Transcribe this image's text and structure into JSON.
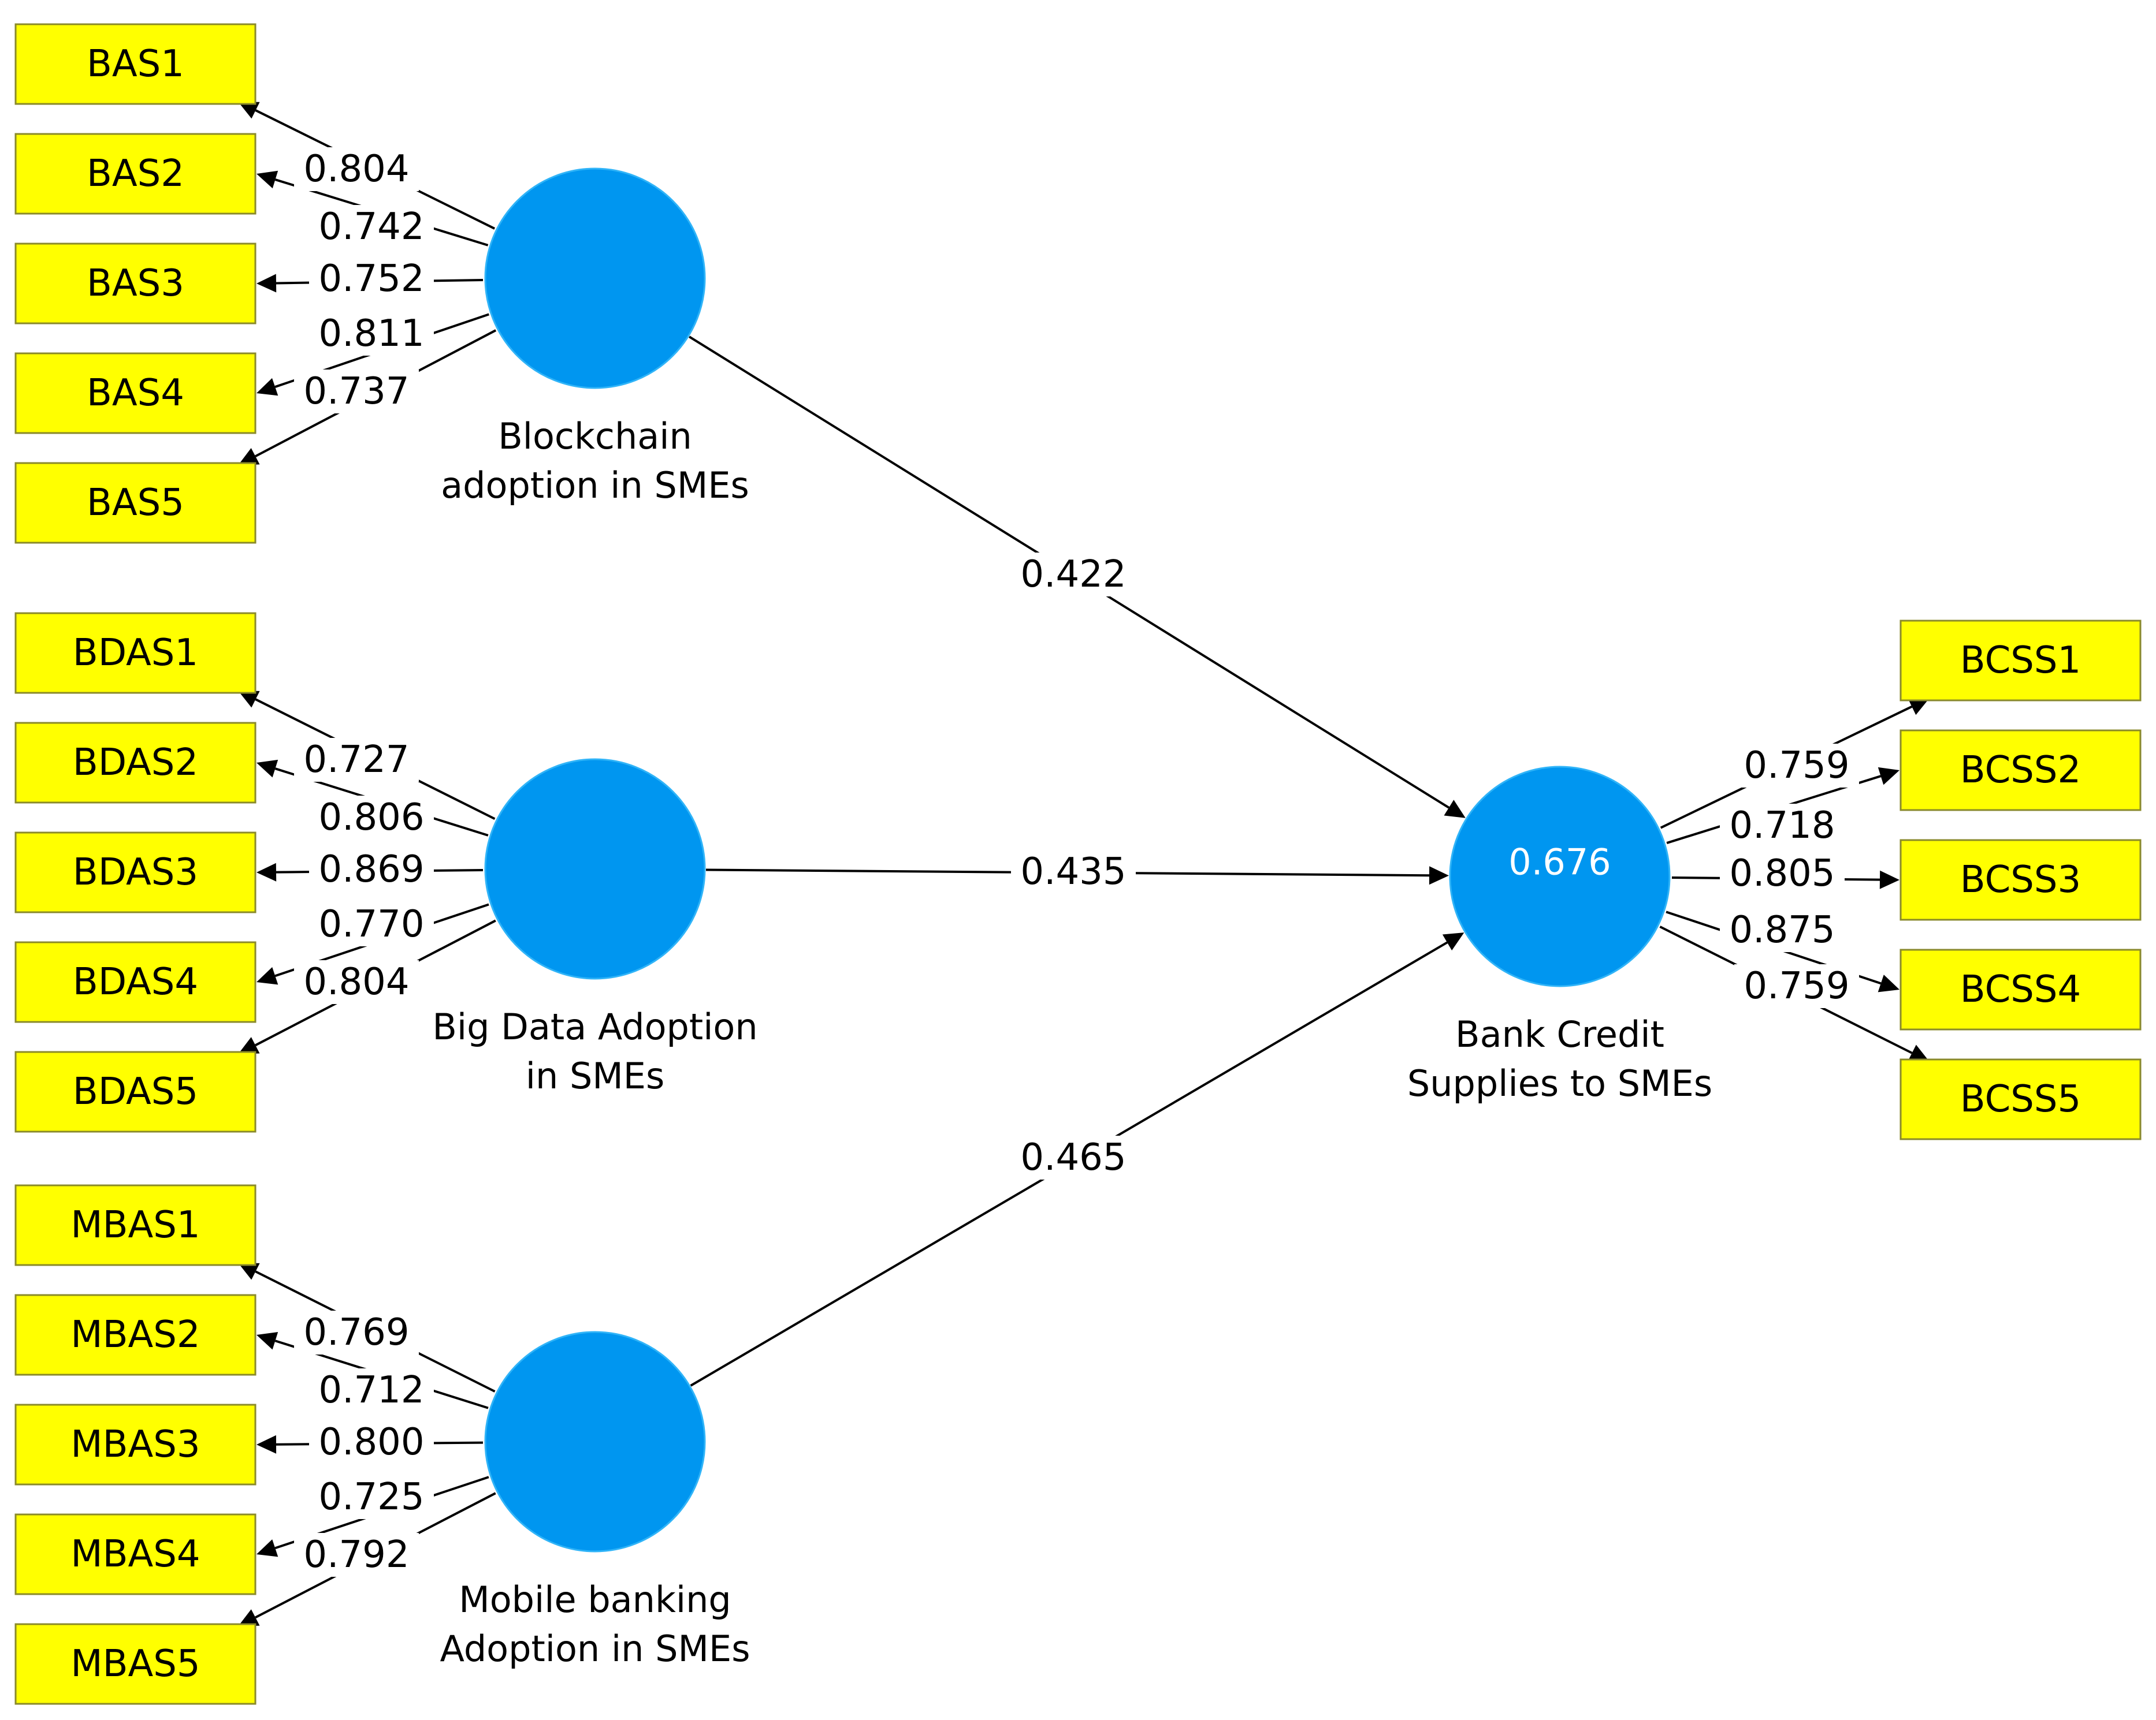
{
  "constructs": [
    {
      "id": "bas",
      "label_lines": [
        "Blockchain",
        "adoption in SMEs"
      ],
      "value": ""
    },
    {
      "id": "bdas",
      "label_lines": [
        "Big Data Adoption",
        "in SMEs"
      ],
      "value": ""
    },
    {
      "id": "mbas",
      "label_lines": [
        "Mobile banking",
        "Adoption in SMEs"
      ],
      "value": ""
    },
    {
      "id": "bcss",
      "label_lines": [
        "Bank Credit",
        "Supplies to SMEs"
      ],
      "value": "0.676"
    }
  ],
  "indicators": [
    {
      "construct": "bas",
      "name": "BAS1",
      "loading": "0.804"
    },
    {
      "construct": "bas",
      "name": "BAS2",
      "loading": "0.742"
    },
    {
      "construct": "bas",
      "name": "BAS3",
      "loading": "0.752"
    },
    {
      "construct": "bas",
      "name": "BAS4",
      "loading": "0.811"
    },
    {
      "construct": "bas",
      "name": "BAS5",
      "loading": "0.737"
    },
    {
      "construct": "bdas",
      "name": "BDAS1",
      "loading": "0.727"
    },
    {
      "construct": "bdas",
      "name": "BDAS2",
      "loading": "0.806"
    },
    {
      "construct": "bdas",
      "name": "BDAS3",
      "loading": "0.869"
    },
    {
      "construct": "bdas",
      "name": "BDAS4",
      "loading": "0.770"
    },
    {
      "construct": "bdas",
      "name": "BDAS5",
      "loading": "0.804"
    },
    {
      "construct": "mbas",
      "name": "MBAS1",
      "loading": "0.769"
    },
    {
      "construct": "mbas",
      "name": "MBAS2",
      "loading": "0.712"
    },
    {
      "construct": "mbas",
      "name": "MBAS3",
      "loading": "0.800"
    },
    {
      "construct": "mbas",
      "name": "MBAS4",
      "loading": "0.725"
    },
    {
      "construct": "mbas",
      "name": "MBAS5",
      "loading": "0.792"
    },
    {
      "construct": "bcss",
      "name": "BCSS1",
      "loading": "0.759"
    },
    {
      "construct": "bcss",
      "name": "BCSS2",
      "loading": "0.718"
    },
    {
      "construct": "bcss",
      "name": "BCSS3",
      "loading": "0.805"
    },
    {
      "construct": "bcss",
      "name": "BCSS4",
      "loading": "0.875"
    },
    {
      "construct": "bcss",
      "name": "BCSS5",
      "loading": "0.759"
    }
  ],
  "paths": [
    {
      "from": "bas",
      "to": "bcss",
      "coefficient": "0.422"
    },
    {
      "from": "bdas",
      "to": "bcss",
      "coefficient": "0.435"
    },
    {
      "from": "mbas",
      "to": "bcss",
      "coefficient": "0.465"
    }
  ],
  "colors": {
    "indicator_fill": "#ffff00",
    "construct_fill": "#0096f0",
    "edge": "#000000"
  }
}
